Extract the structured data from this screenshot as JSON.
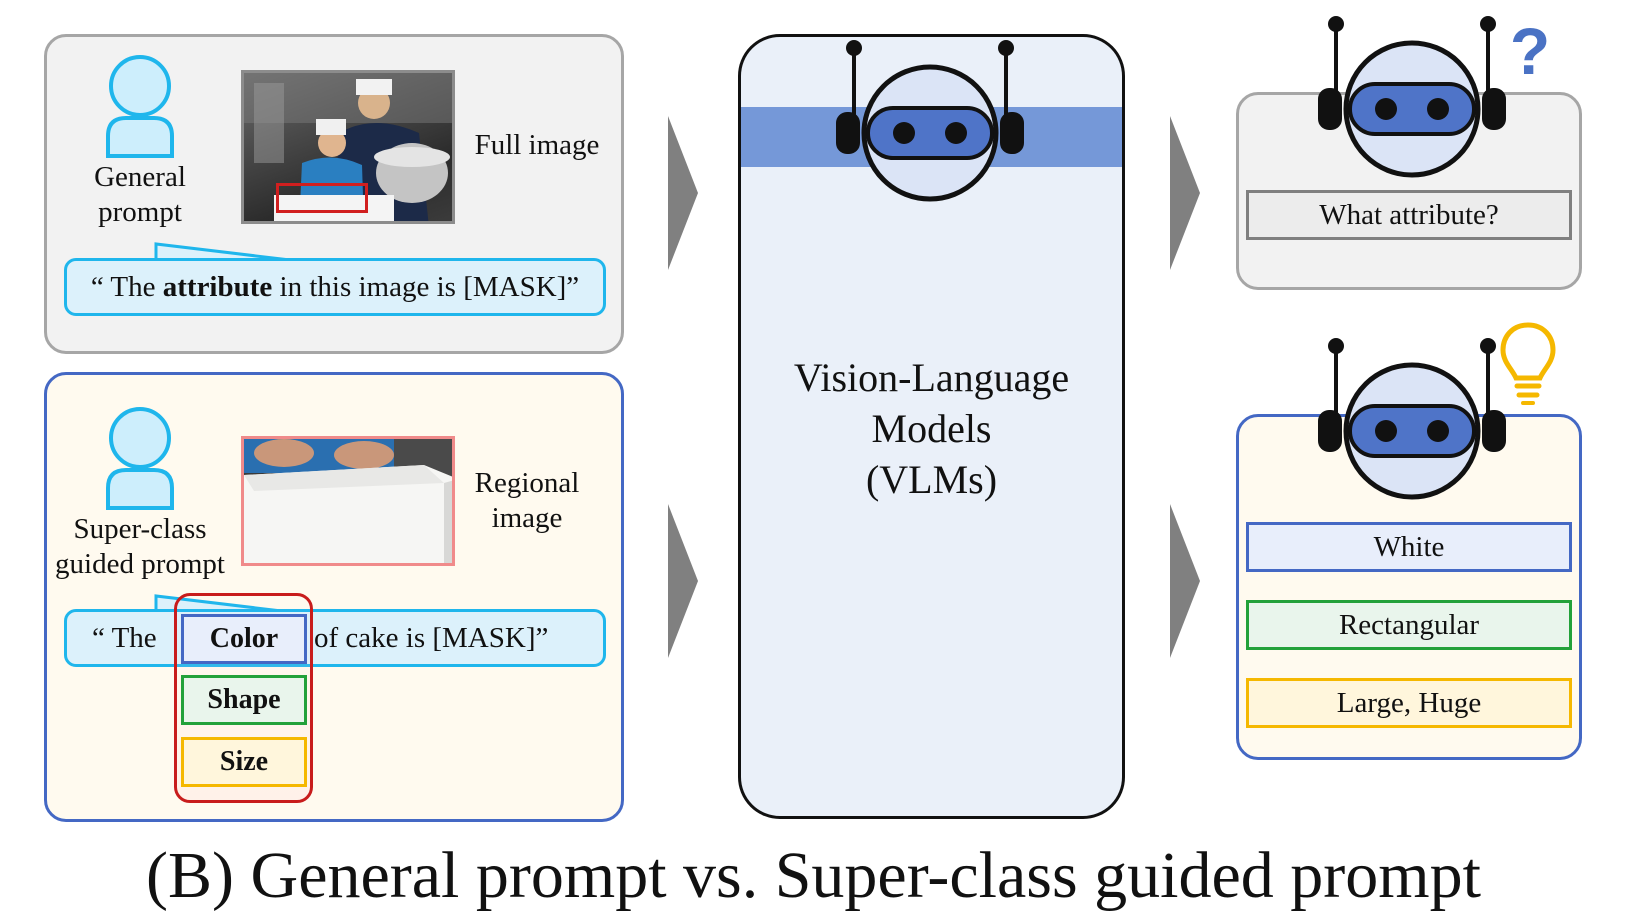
{
  "general": {
    "user_label": "General\nprompt",
    "image_label": "Full image",
    "prompt_prefix": "“ The ",
    "prompt_bold": "attribute",
    "prompt_suffix": " in this image is [MASK]”"
  },
  "superclass": {
    "user_label": "Super-class\nguided prompt",
    "image_label": "Regional\nimage",
    "prompt_prefix": "“ The",
    "prompt_suffix": "of cake is [MASK]”",
    "attributes": [
      {
        "label": "Color",
        "color": "#4468c4",
        "fill": "#e8eefb"
      },
      {
        "label": "Shape",
        "color": "#23a13a",
        "fill": "#e9f5ec"
      },
      {
        "label": "Size",
        "color": "#f5b800",
        "fill": "#fff6dc"
      }
    ]
  },
  "model": {
    "label": "Vision-Language\nModels\n(VLMs)"
  },
  "outputs": {
    "general_answer": "What attribute?",
    "question_mark": "?",
    "superclass_answers": [
      {
        "label": "White",
        "color": "#4468c4",
        "fill": "#e8eefb"
      },
      {
        "label": "Rectangular",
        "color": "#23a13a",
        "fill": "#e9f5ec"
      },
      {
        "label": "Large, Huge",
        "color": "#f5b800",
        "fill": "#fff6dc"
      }
    ]
  },
  "caption": "(B) General prompt vs. Super-class guided prompt"
}
